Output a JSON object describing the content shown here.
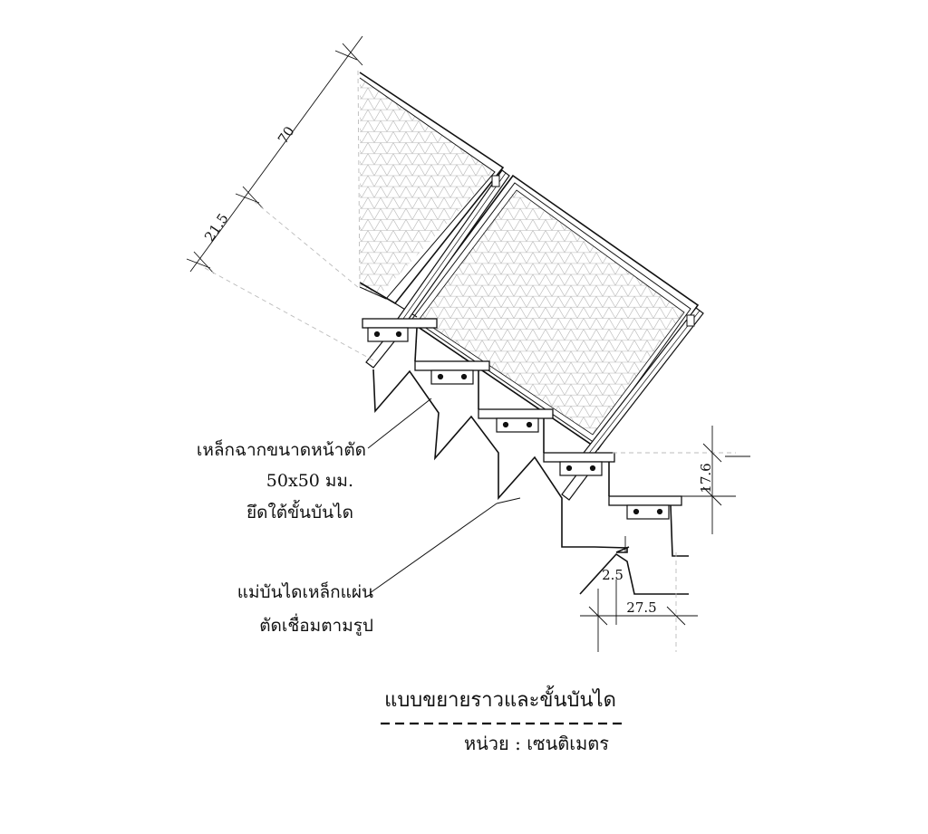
{
  "dimensions": {
    "railing_height": "70",
    "offset": "21.5",
    "riser": "17.6",
    "plate_thickness": "2.5",
    "tread": "27.5"
  },
  "labels": {
    "angle_line1": "เหล็กฉากขนาดหน้าตัด",
    "angle_line2": "50x50 มม.",
    "angle_line3": "ยึดใต้ขั้นบันได",
    "stringer_line1": "แม่บันไดเหล็กแผ่น",
    "stringer_line2": "ตัดเชื่อมตามรูป"
  },
  "title": "แบบขยายราวและขั้นบันได",
  "unit": "หน่วย :  เซนติเมตร"
}
